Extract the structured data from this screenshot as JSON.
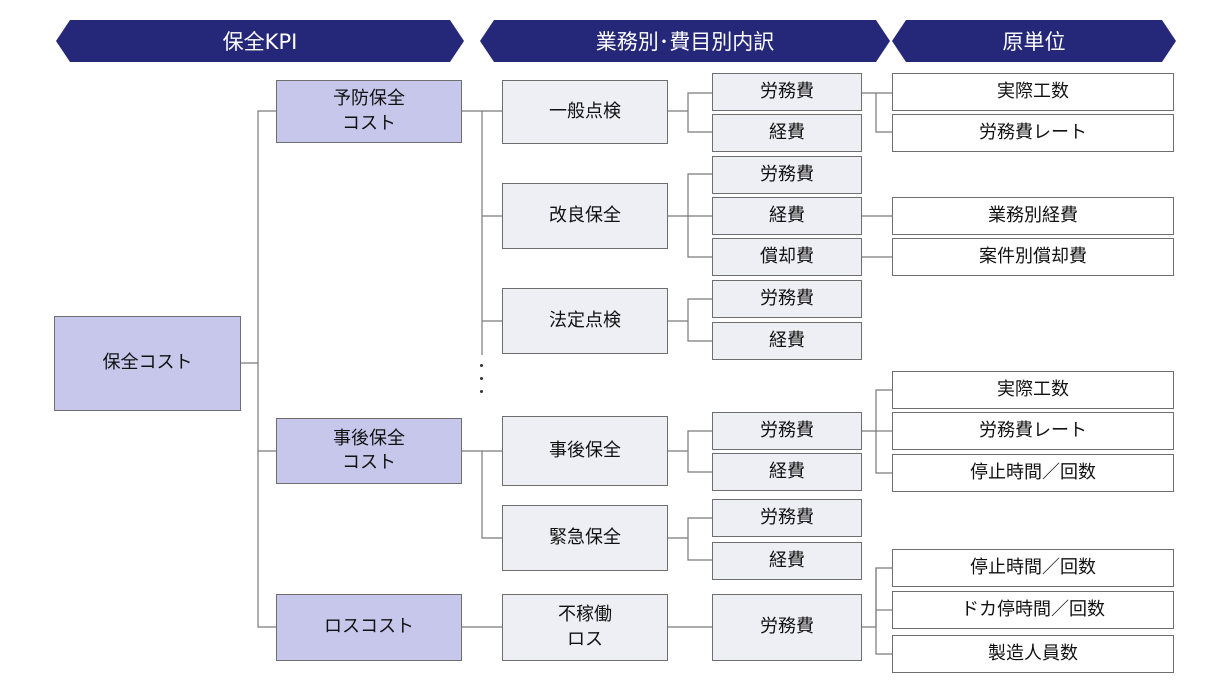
{
  "headers": {
    "kpi": "保全KPI",
    "breakdown": "業務別･費目別内訳",
    "unit": "原単位"
  },
  "root": "保全コスト",
  "categories": {
    "preventive": "予防保全\nコスト",
    "corrective": "事後保全\nコスト",
    "loss": "ロスコスト"
  },
  "tasks": {
    "general": "一般点検",
    "improve": "改良保全",
    "legal": "法定点検",
    "corrective": "事後保全",
    "emergency": "緊急保全",
    "downtime": "不稼働\nロス"
  },
  "costs": {
    "general_labor": "労務費",
    "general_expense": "経費",
    "improve_labor": "労務費",
    "improve_expense": "経費",
    "improve_depreciation": "償却費",
    "legal_labor": "労務費",
    "legal_expense": "経費",
    "corrective_labor": "労務費",
    "corrective_expense": "経費",
    "emergency_labor": "労務費",
    "emergency_expense": "経費",
    "downtime_labor": "労務費"
  },
  "units": {
    "u1": "実際工数",
    "u2": "労務費レート",
    "u3": "業務別経費",
    "u4": "案件別償却費",
    "u5": "実際工数",
    "u6": "労務費レート",
    "u7": "停止時間／回数",
    "u8": "停止時間／回数",
    "u9": "ドカ停時間／回数",
    "u10": "製造人員数"
  }
}
